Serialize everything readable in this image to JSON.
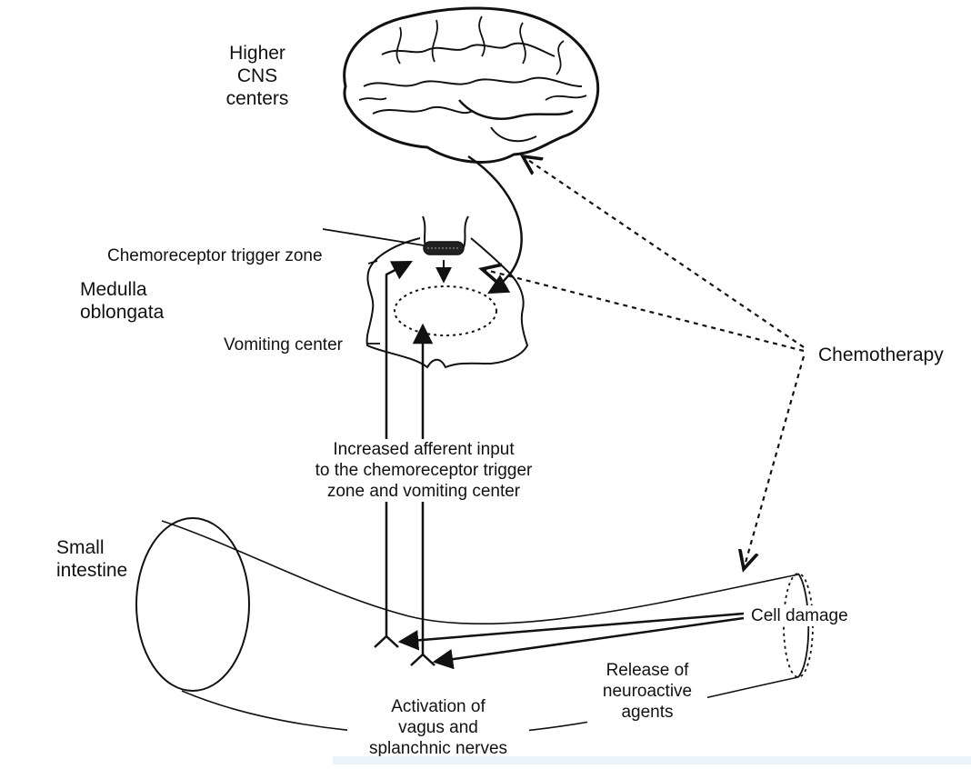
{
  "labels": {
    "higher_cns": "Higher\nCNS\ncenters",
    "ctz": "Chemoreceptor trigger zone",
    "medulla": "Medulla\noblongata",
    "vomiting_center": "Vomiting center",
    "chemotherapy": "Chemotherapy",
    "afferent_input": "Increased afferent input\nto the chemoreceptor trigger\nzone and vomiting center",
    "small_intestine": "Small\nintestine",
    "cell_damage": "Cell damage",
    "release": "Release of\nneuroactive\nagents",
    "activation": "Activation of\nvagus and\nsplanchnic nerves"
  },
  "icons": {
    "brain": "brain-icon",
    "intestine": "small-intestine-icon"
  }
}
